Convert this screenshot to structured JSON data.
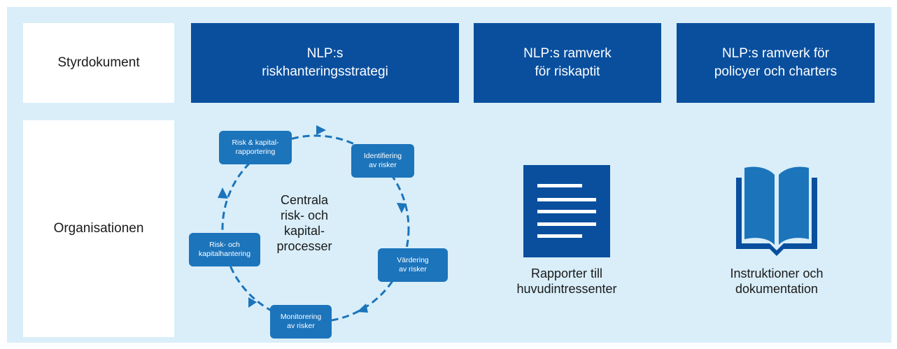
{
  "rows": {
    "governing_label": "Styrdokument",
    "organisation_label": "Organisationen"
  },
  "documents": [
    {
      "text": "NLP:s\nriskhanteringsstrategi"
    },
    {
      "text": "NLP:s ramverk\nför riskaptit"
    },
    {
      "text": "NLP:s ramverk för\npolicyer och charters"
    }
  ],
  "cycle": {
    "center": "Centrala\nrisk- och\nkapital-\nprocesser",
    "steps": [
      {
        "text": "Risk & kapital-\nrapportering"
      },
      {
        "text": "Identifiering\nav risker"
      },
      {
        "text": "Värdering\nav risker"
      },
      {
        "text": "Monitorering\nav risker"
      },
      {
        "text": "Risk- och\nkapitalhantering"
      }
    ]
  },
  "outputs": [
    {
      "icon": "report-document-icon",
      "caption": "Rapporter till\nhuvudintressenter"
    },
    {
      "icon": "open-book-icon",
      "caption": "Instruktioner och\ndokumentation"
    }
  ],
  "colors": {
    "background": "#d9eef9",
    "dark_blue": "#0a4f9e",
    "medium_blue": "#1c74bb"
  }
}
